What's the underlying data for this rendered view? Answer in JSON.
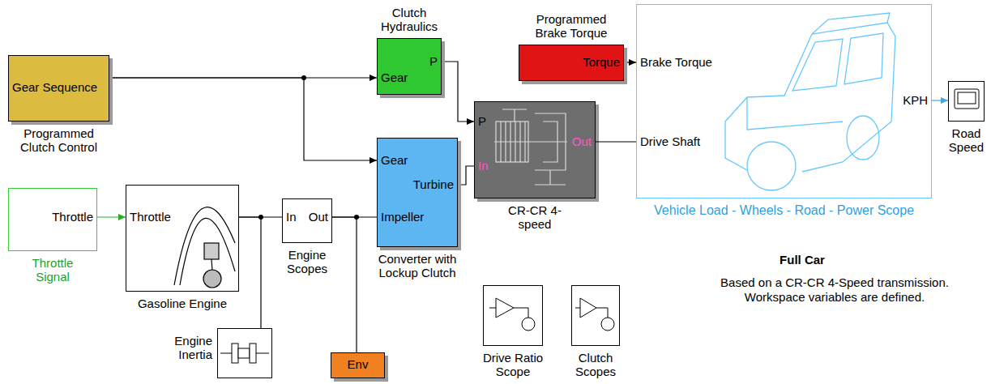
{
  "diagram": {
    "title": "Full Car",
    "nodes": [
      {
        "text": [
          "Gear Sequence",
          "Programmed Clutch Control"
        ]
      },
      {
        "text": [
          "Throttle",
          "Throttle Signal"
        ]
      },
      {
        "text": [
          "Throttle",
          "Gasoline Engine"
        ]
      },
      {
        "text": [
          "Engine Inertia"
        ]
      },
      {
        "text": [
          "In",
          "Out",
          "Engine Scopes"
        ]
      },
      {
        "text": [
          "Env"
        ]
      },
      {
        "text": [
          "Clutch Hydraulics",
          "Gear",
          "P"
        ]
      },
      {
        "text": [
          "Gear",
          "Turbine",
          "Impeller",
          "Converter with Lockup Clutch"
        ]
      },
      {
        "text": [
          "Programmed Brake Torque",
          "Torque"
        ]
      },
      {
        "text": [
          "P",
          "In",
          "Out",
          "CR-CR 4-speed"
        ]
      },
      {
        "text": [
          "Brake Torque",
          "KPH",
          "Drive Shaft",
          "Vehicle Load - Wheels - Road - Power Scope"
        ]
      },
      {
        "text": [
          "Road Speed"
        ]
      },
      {
        "text": [
          "Drive Ratio Scope"
        ]
      },
      {
        "text": [
          "Clutch Scopes"
        ]
      }
    ],
    "edges": [
      {
        "from": 0,
        "to": 6,
        "arrow": "to"
      },
      {
        "from": 0,
        "to": 7,
        "arrow": "to"
      },
      {
        "from": 1,
        "to": 2,
        "arrow": "to"
      },
      {
        "from": 2,
        "to": 4,
        "arrow": "none"
      },
      {
        "from": 2,
        "to": 3,
        "arrow": "none"
      },
      {
        "from": 4,
        "to": 7,
        "arrow": "none"
      },
      {
        "from": 4,
        "to": 5,
        "arrow": "none"
      },
      {
        "from": 6,
        "to": 9,
        "arrow": "to"
      },
      {
        "from": 7,
        "to": 9,
        "arrow": "none"
      },
      {
        "from": 9,
        "to": 10,
        "arrow": "none"
      },
      {
        "from": 8,
        "to": 10,
        "arrow": "to"
      },
      {
        "from": 10,
        "to": 11,
        "arrow": "to"
      }
    ],
    "labels": [
      "Based on a CR-CR 4-Speed transmission. Workspace variables are defined."
    ]
  }
}
